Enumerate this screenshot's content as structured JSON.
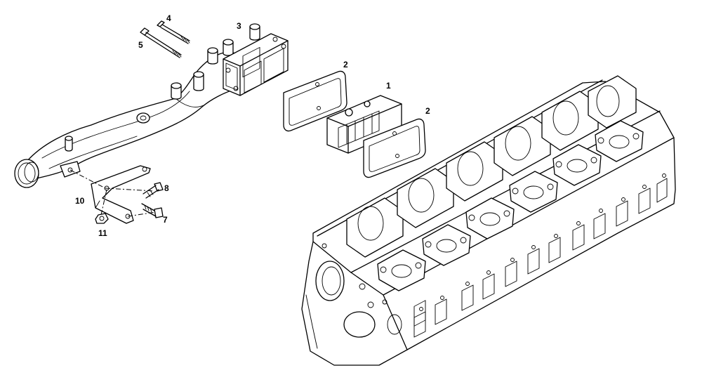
{
  "callouts": [
    {
      "id": "c1",
      "text": "1"
    },
    {
      "id": "c2a",
      "text": "2"
    },
    {
      "id": "c2b",
      "text": "2"
    },
    {
      "id": "c3",
      "text": "3"
    },
    {
      "id": "c4",
      "text": "4"
    },
    {
      "id": "c5",
      "text": "5"
    },
    {
      "id": "c7",
      "text": "7"
    },
    {
      "id": "c8",
      "text": "8"
    },
    {
      "id": "c10",
      "text": "10"
    },
    {
      "id": "c11",
      "text": "11"
    }
  ]
}
